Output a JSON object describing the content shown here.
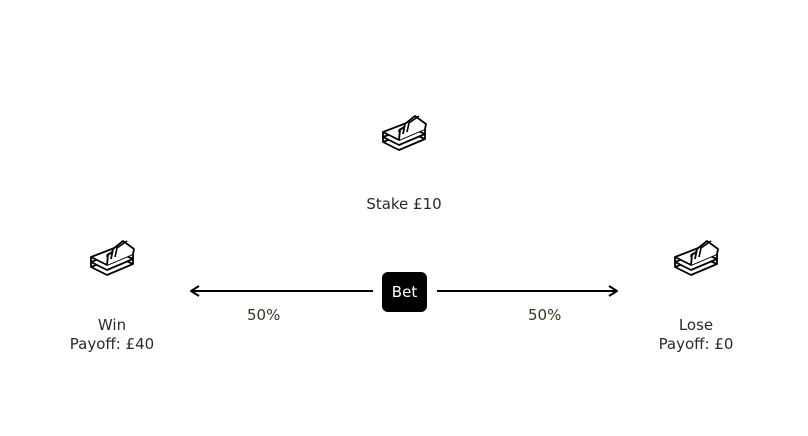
{
  "stake": {
    "icon": "money-stack-icon",
    "text": "Stake £10"
  },
  "bet": {
    "label": "Bet"
  },
  "win": {
    "icon": "money-stack-icon",
    "title": "Win",
    "payoff": "Payoff: £40",
    "probability": "50%"
  },
  "lose": {
    "icon": "money-stack-icon",
    "title": "Lose",
    "payoff": "Payoff: £0",
    "probability": "50%"
  }
}
